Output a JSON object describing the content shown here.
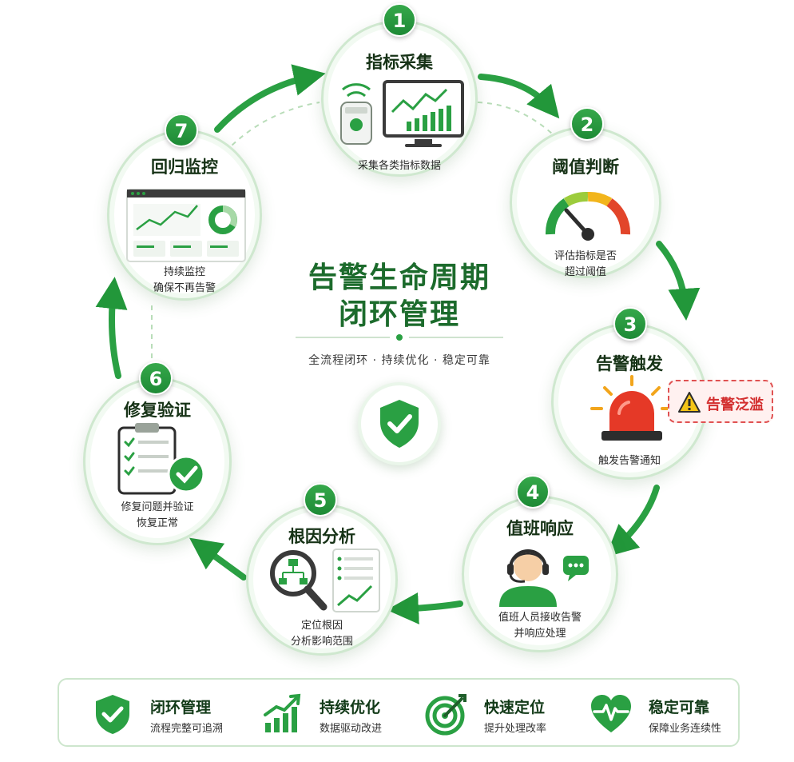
{
  "center": {
    "title_line1": "告警生命周期",
    "title_line2": "闭环管理",
    "subtitle": "全流程闭环 · 持续优化 · 稳定可靠"
  },
  "stages": [
    {
      "number": "1",
      "title": "指标采集",
      "desc": [
        "采集各类指标数据"
      ]
    },
    {
      "number": "2",
      "title": "阈值判断",
      "desc": [
        "评估指标是否",
        "超过阈值"
      ]
    },
    {
      "number": "3",
      "title": "告警触发",
      "desc": [
        "触发告警通知"
      ]
    },
    {
      "number": "4",
      "title": "值班响应",
      "desc": [
        "值班人员接收告警",
        "并响应处理"
      ]
    },
    {
      "number": "5",
      "title": "根因分析",
      "desc": [
        "定位根因",
        "分析影响范围"
      ]
    },
    {
      "number": "6",
      "title": "修复验证",
      "desc": [
        "修复问题并验证",
        "恢复正常"
      ]
    },
    {
      "number": "7",
      "title": "回归监控",
      "desc": [
        "持续监控",
        "确保不再告警"
      ]
    }
  ],
  "alert_flood": {
    "label": "告警泛滥",
    "icon": "warning-triangle-icon"
  },
  "features": [
    {
      "title": "闭环管理",
      "desc": "流程完整可追溯",
      "icon": "shield-check-icon"
    },
    {
      "title": "持续优化",
      "desc": "数据驱动改进",
      "icon": "growth-chart-icon"
    },
    {
      "title": "快速定位",
      "desc": "提升处理改率",
      "icon": "target-icon"
    },
    {
      "title": "稳定可靠",
      "desc": "保障业务连续性",
      "icon": "heartbeat-icon"
    }
  ],
  "colors": {
    "primary_green": "#1e8a36",
    "accent_green": "#35a84a",
    "alert_red": "#d32f2f",
    "node_border": "#cfe8cf"
  }
}
